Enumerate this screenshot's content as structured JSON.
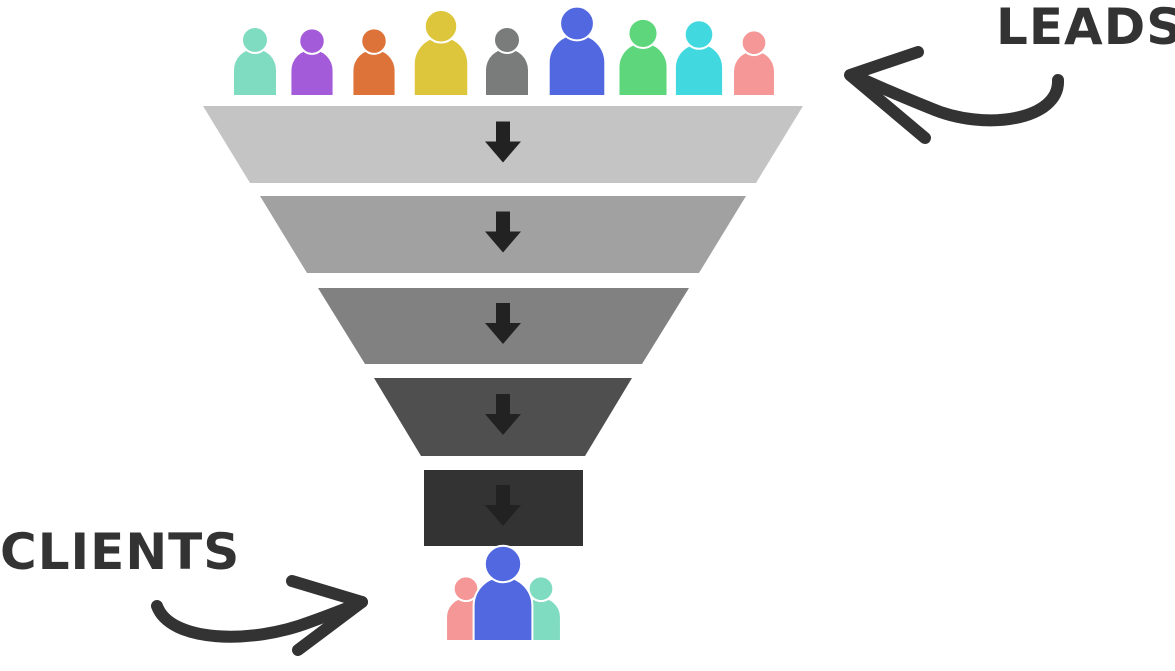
{
  "labels": {
    "leads": "LEADS",
    "clients": "CLIENTS"
  },
  "colors": {
    "stage_fills": [
      "#c4c4c4",
      "#a1a1a1",
      "#818181",
      "#4f4f4f",
      "#333333"
    ],
    "arrow": "#222222",
    "text": "#333333",
    "pointer_arrow": "#333333"
  },
  "leads": [
    {
      "name": "mint-person",
      "color": "#7fdcc0"
    },
    {
      "name": "purple-person",
      "color": "#a35bd9"
    },
    {
      "name": "orange-person",
      "color": "#dd7339"
    },
    {
      "name": "yellow-person",
      "color": "#dec63c"
    },
    {
      "name": "gray-person",
      "color": "#7a7c7b"
    },
    {
      "name": "blue-person",
      "color": "#5168e0"
    },
    {
      "name": "green-person",
      "color": "#5ed67b"
    },
    {
      "name": "cyan-person",
      "color": "#42d8df"
    },
    {
      "name": "pink-person",
      "color": "#f49796"
    }
  ],
  "clients": [
    {
      "name": "pink-client",
      "color": "#f49796"
    },
    {
      "name": "mint-client",
      "color": "#7fdcc0"
    },
    {
      "name": "blue-client",
      "color": "#5168e0"
    }
  ]
}
